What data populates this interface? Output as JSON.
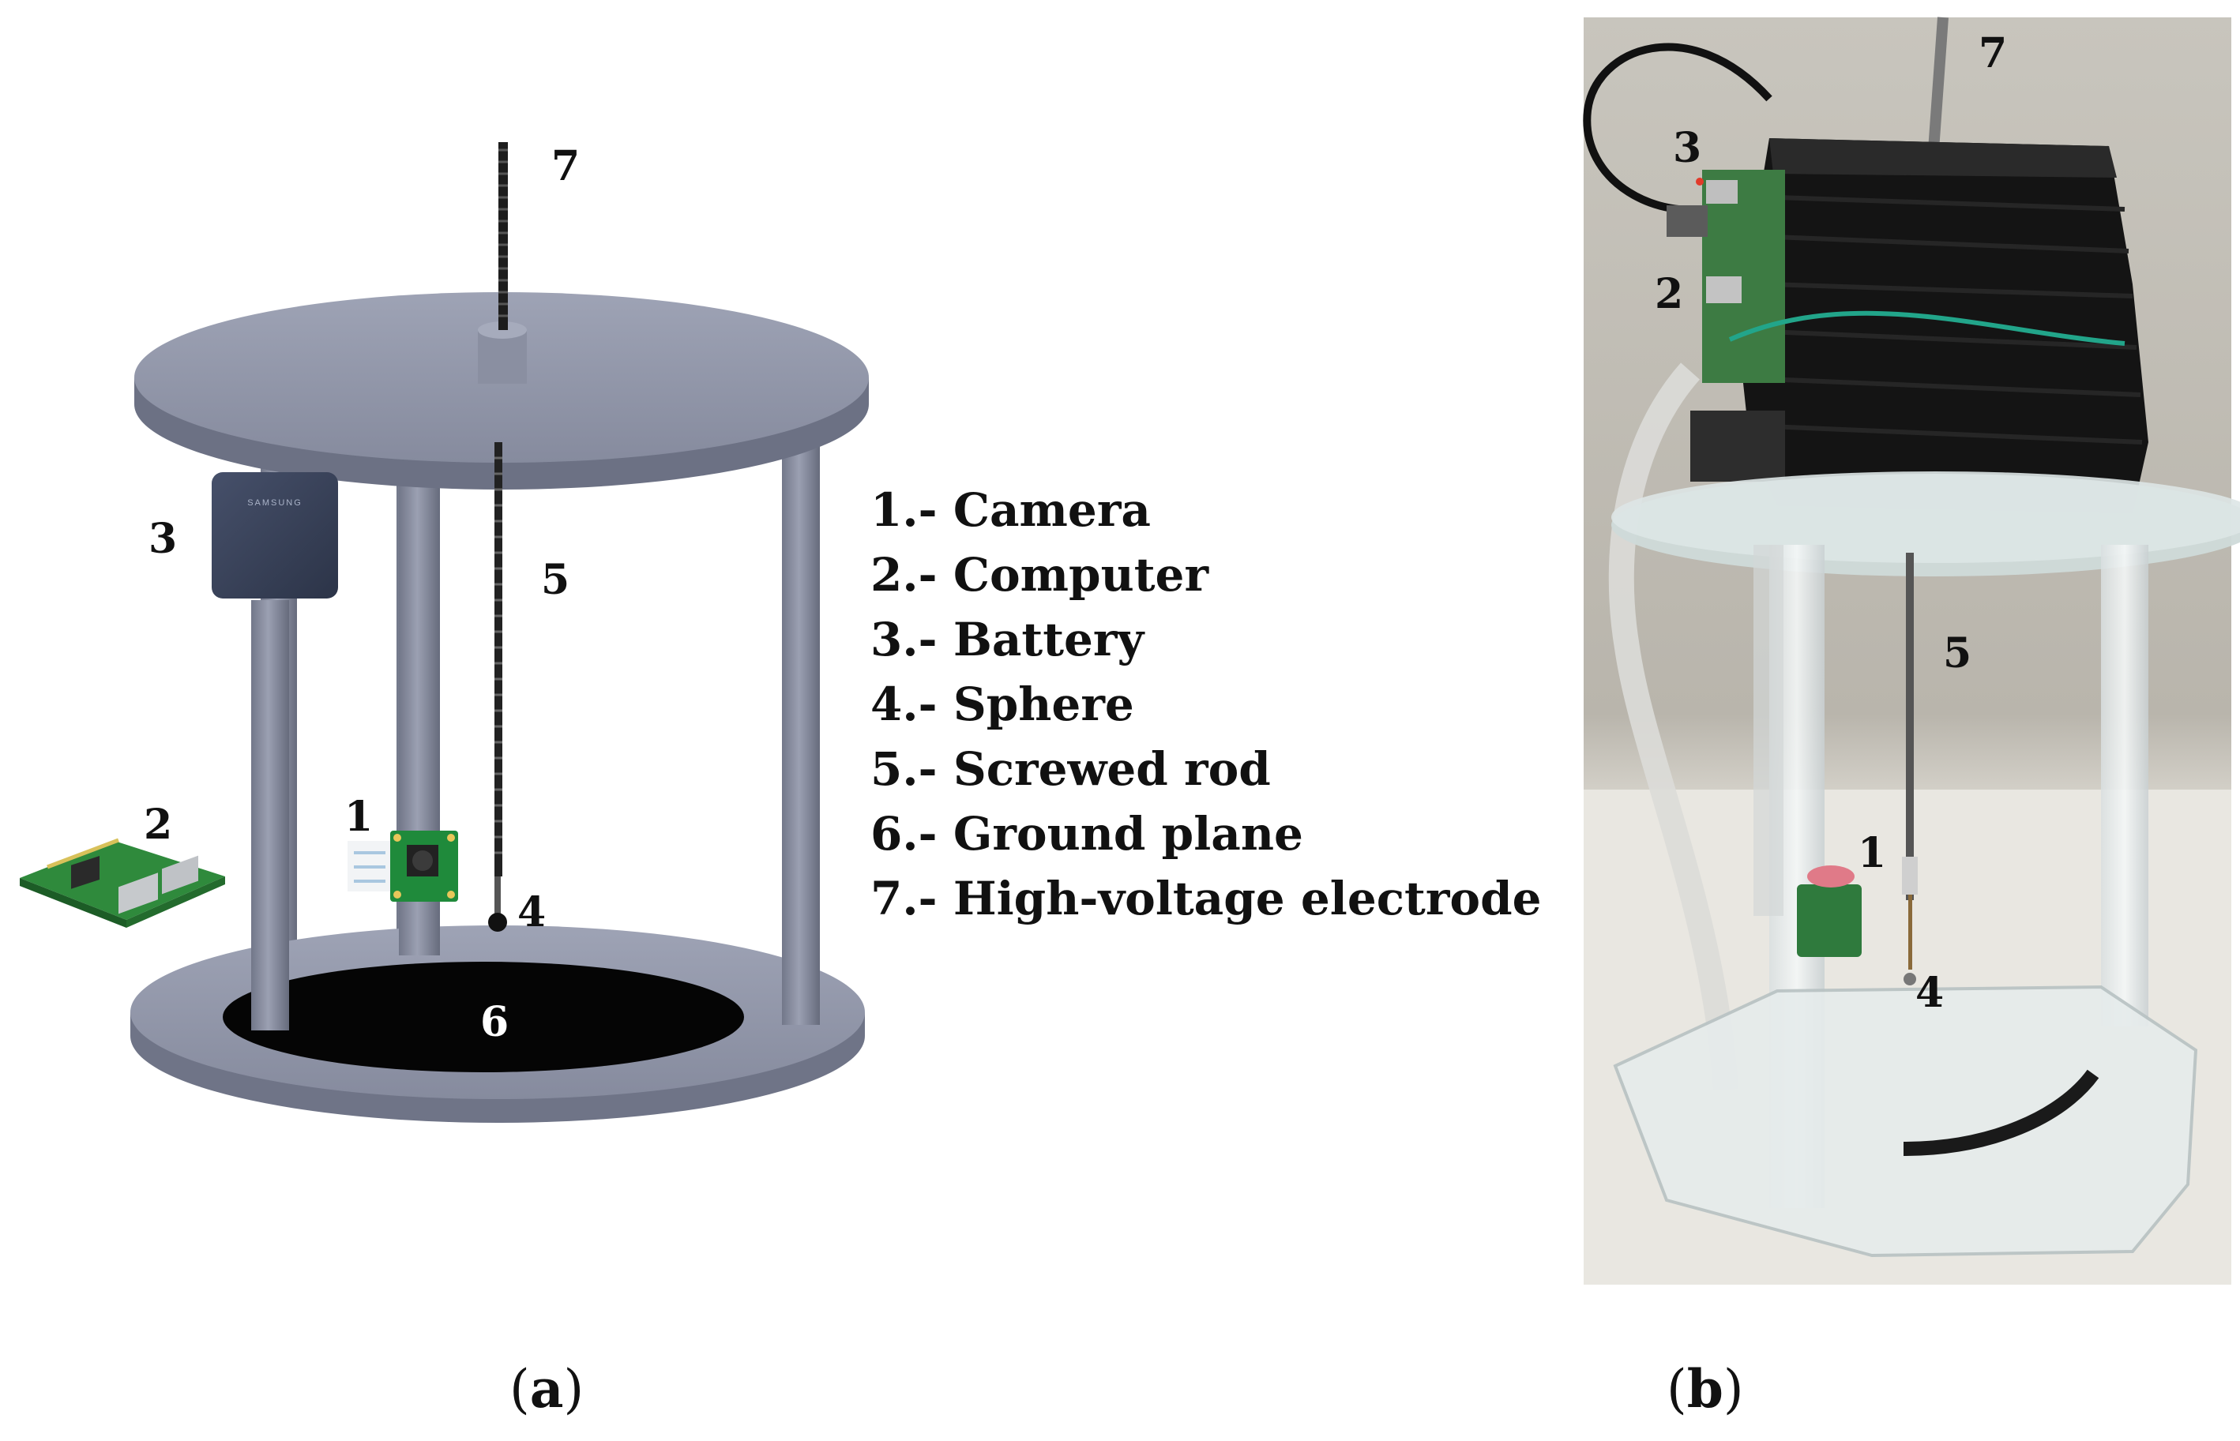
{
  "panel_a": {
    "caption_letter": "a",
    "callouts": [
      "1",
      "2",
      "3",
      "4",
      "5",
      "6",
      "7"
    ],
    "legend": [
      "1.- Camera",
      "2.- Computer",
      "3.- Battery",
      "4.- Sphere",
      "5.- Screwed rod",
      "6.- Ground plane",
      "7.- High-voltage electrode"
    ],
    "battery_brand": "SAMSUNG"
  },
  "panel_b": {
    "caption_letter": "b",
    "callouts": [
      "1",
      "2",
      "3",
      "4",
      "5",
      "7"
    ]
  }
}
